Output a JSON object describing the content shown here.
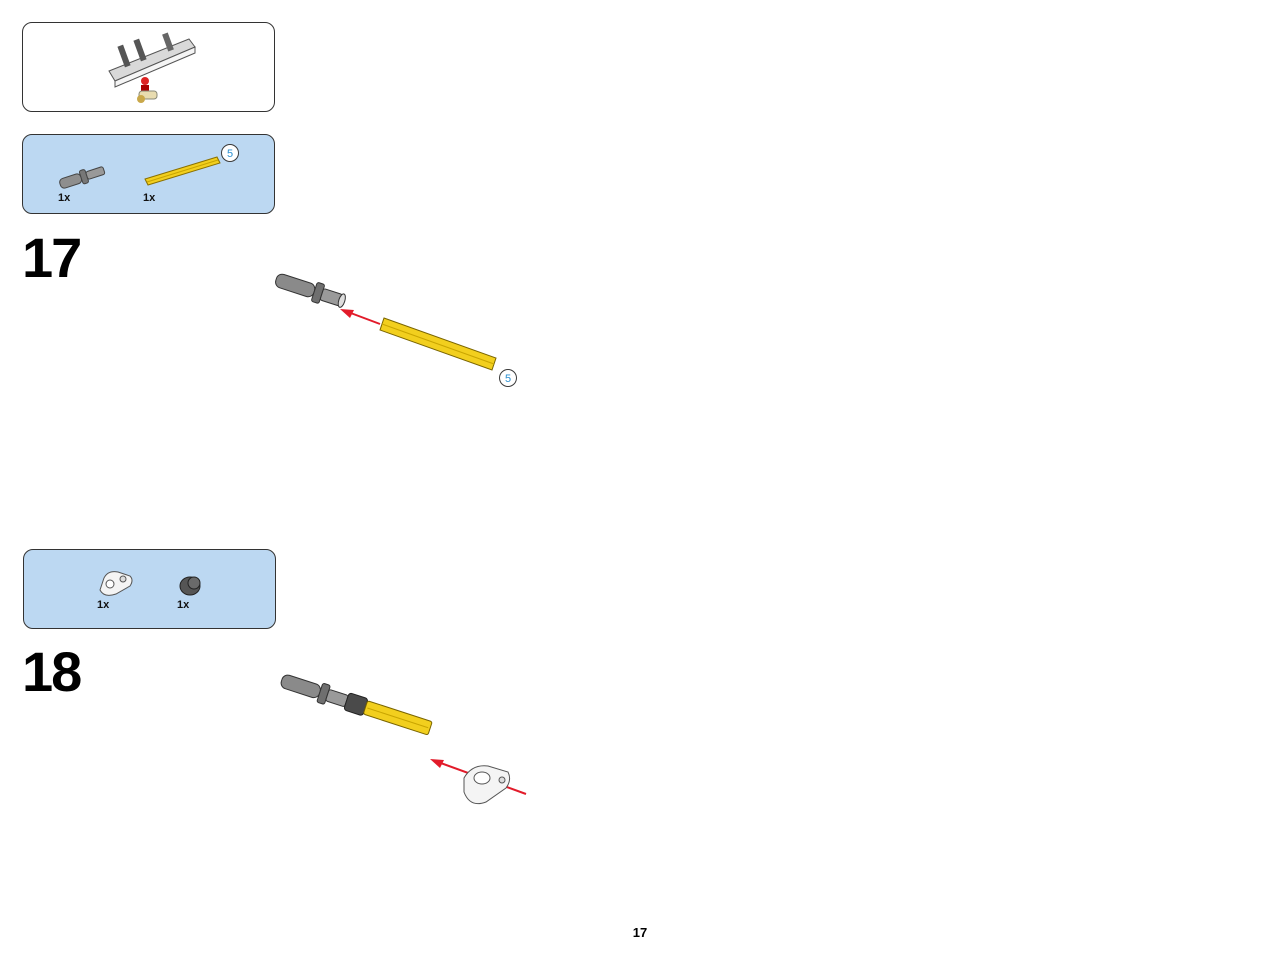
{
  "step17": {
    "number": "17",
    "parts": [
      {
        "name": "gray-pin-with-axle",
        "qty": "1x"
      },
      {
        "name": "yellow-axle-5",
        "qty": "1x",
        "length": "5"
      }
    ],
    "assembly_length_badge": "5"
  },
  "step18": {
    "number": "18",
    "parts": [
      {
        "name": "white-cross-block",
        "qty": "1x"
      },
      {
        "name": "dark-gray-bush",
        "qty": "1x"
      }
    ]
  },
  "colors": {
    "parts_box": "#bcd8f2",
    "arrow": "#e21b2a",
    "axle_yellow": "#f2cf1e",
    "pin_gray": "#8c8c8c"
  },
  "page": {
    "number": "17"
  }
}
